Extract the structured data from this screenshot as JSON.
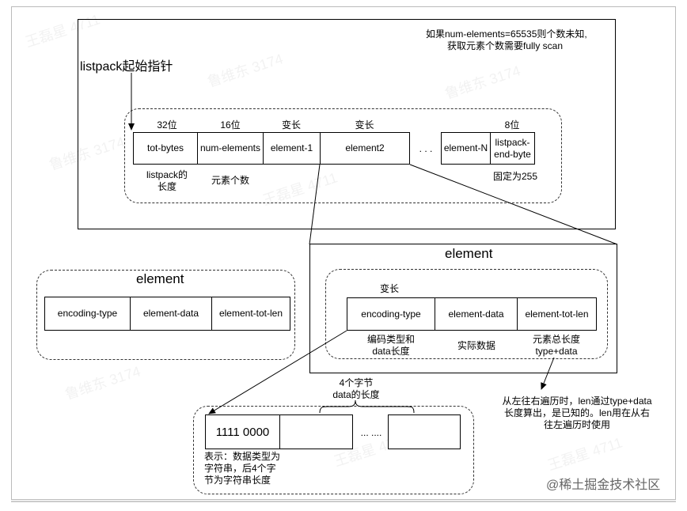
{
  "top": {
    "note": [
      "如果num-elements=65535则个数未知,",
      "获取元素个数需要fully scan"
    ],
    "pointer_label": "listpack起始指针",
    "size_labels": {
      "tot_bytes": "32位",
      "num_elements": "16位",
      "element_1": "变长",
      "element2": "变长",
      "end_byte": "8位"
    },
    "cells": {
      "tot_bytes": "tot-bytes",
      "num_elements": "num-elements",
      "element_1": "element-1",
      "element2": "element2",
      "ellipsis": ". . .",
      "element_n": "element-N",
      "end_byte": [
        "listpack-",
        "end-byte"
      ]
    },
    "desc": {
      "tot_bytes": [
        "listpack的",
        "长度"
      ],
      "num_elements": "元素个数",
      "end_byte": "固定为255"
    }
  },
  "left_element": {
    "title": "element",
    "cells": [
      "encoding-type",
      "element-data",
      "element-tot-len"
    ]
  },
  "right_element": {
    "title": "element",
    "size_label": "变长",
    "cells": [
      "encoding-type",
      "element-data",
      "element-tot-len"
    ],
    "desc": {
      "encoding": [
        "编码类型和",
        "data长度"
      ],
      "data": "实际数据",
      "tot_len": [
        "元素总长度",
        "type+data"
      ]
    }
  },
  "traverse_note": [
    "从左往右遍历时，len通过type+data",
    "长度算出，是已知的。len用在从右",
    "往左遍历时使用"
  ],
  "encoding_detail": {
    "brace_label": [
      "4个字节",
      "data的长度"
    ],
    "first_cell": "1111 0000",
    "ellipsis": "... ....",
    "desc": [
      "表示：数据类型为",
      "字符串，后4个字",
      "节为字符串长度"
    ]
  },
  "watermark": {
    "text": "@稀土掘金技术社区",
    "faint": [
      "鲁维东 3174",
      "王磊星 4711",
      "鲁维东 3174",
      "王磊星 4711",
      "鲁维东 3174",
      "王磊星 4711",
      "鲁维东 3174",
      "王磊星 4711"
    ]
  }
}
